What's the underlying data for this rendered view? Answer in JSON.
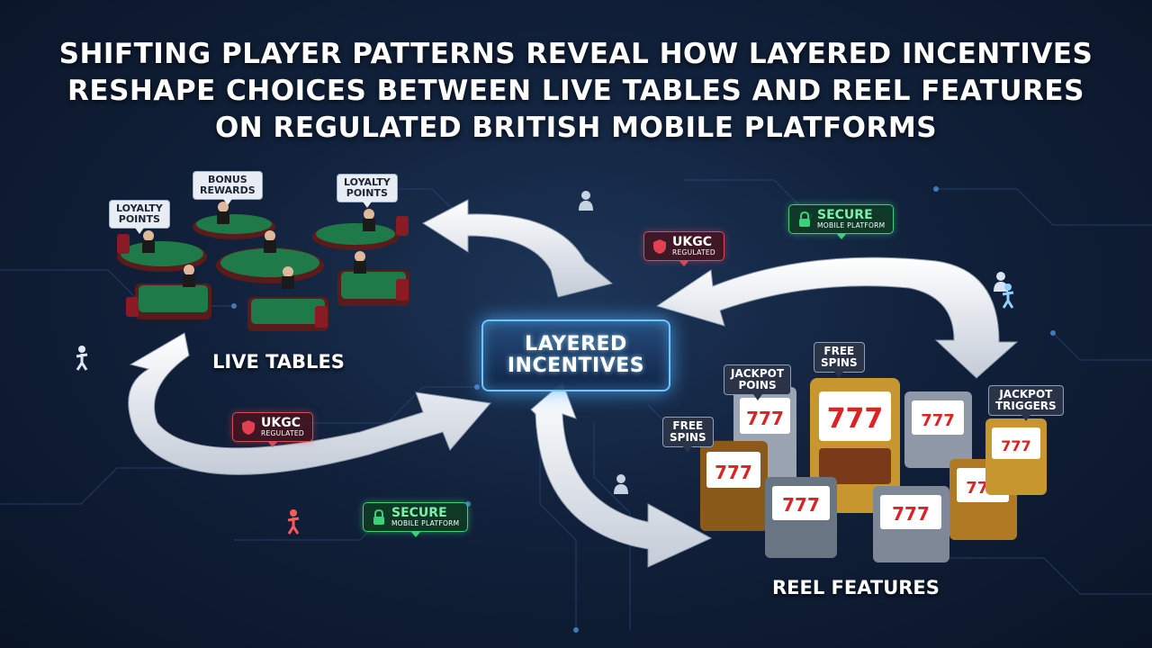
{
  "title_lines": [
    "SHIFTING PLAYER PATTERNS REVEAL HOW LAYERED INCENTIVES",
    "RESHAPE CHOICES BETWEEN LIVE TABLES AND REEL FEATURES",
    "ON REGULATED BRITISH MOBILE PLATFORMS"
  ],
  "hub": {
    "line1": "LAYERED",
    "line2": "INCENTIVES"
  },
  "sections": {
    "live_tables": "LIVE TABLES",
    "reel_features": "REEL FEATURES"
  },
  "badges": {
    "ukgc": {
      "main": "UKGC",
      "sub": "REGULATED"
    },
    "secure": {
      "main": "SECURE",
      "sub": "MOBILE PLATFORM"
    }
  },
  "table_bubbles": {
    "loyalty_left": [
      "LOYALTY",
      "POINTS"
    ],
    "bonus": [
      "BONUS",
      "REWARDS"
    ],
    "loyalty_right": [
      "LOYALTY",
      "POINTS"
    ]
  },
  "reel_bubbles": {
    "jackpot_poins": [
      "JACKPOT",
      "POINS"
    ],
    "free_spins_top": [
      "FREE",
      "SPINS"
    ],
    "jackpot_triggers": [
      "JACKPOT",
      "TRIGGERS"
    ],
    "free_spins_left": [
      "FREE",
      "SPINS"
    ]
  },
  "slot_symbols": "777",
  "colors": {
    "background": "#11213b",
    "hub_glow": "#6ec6ff",
    "ukgc_red": "#d84a5a",
    "secure_green": "#3bd07a",
    "table_felt": "#1f7a4a",
    "slot_gold": "#c8962e"
  }
}
